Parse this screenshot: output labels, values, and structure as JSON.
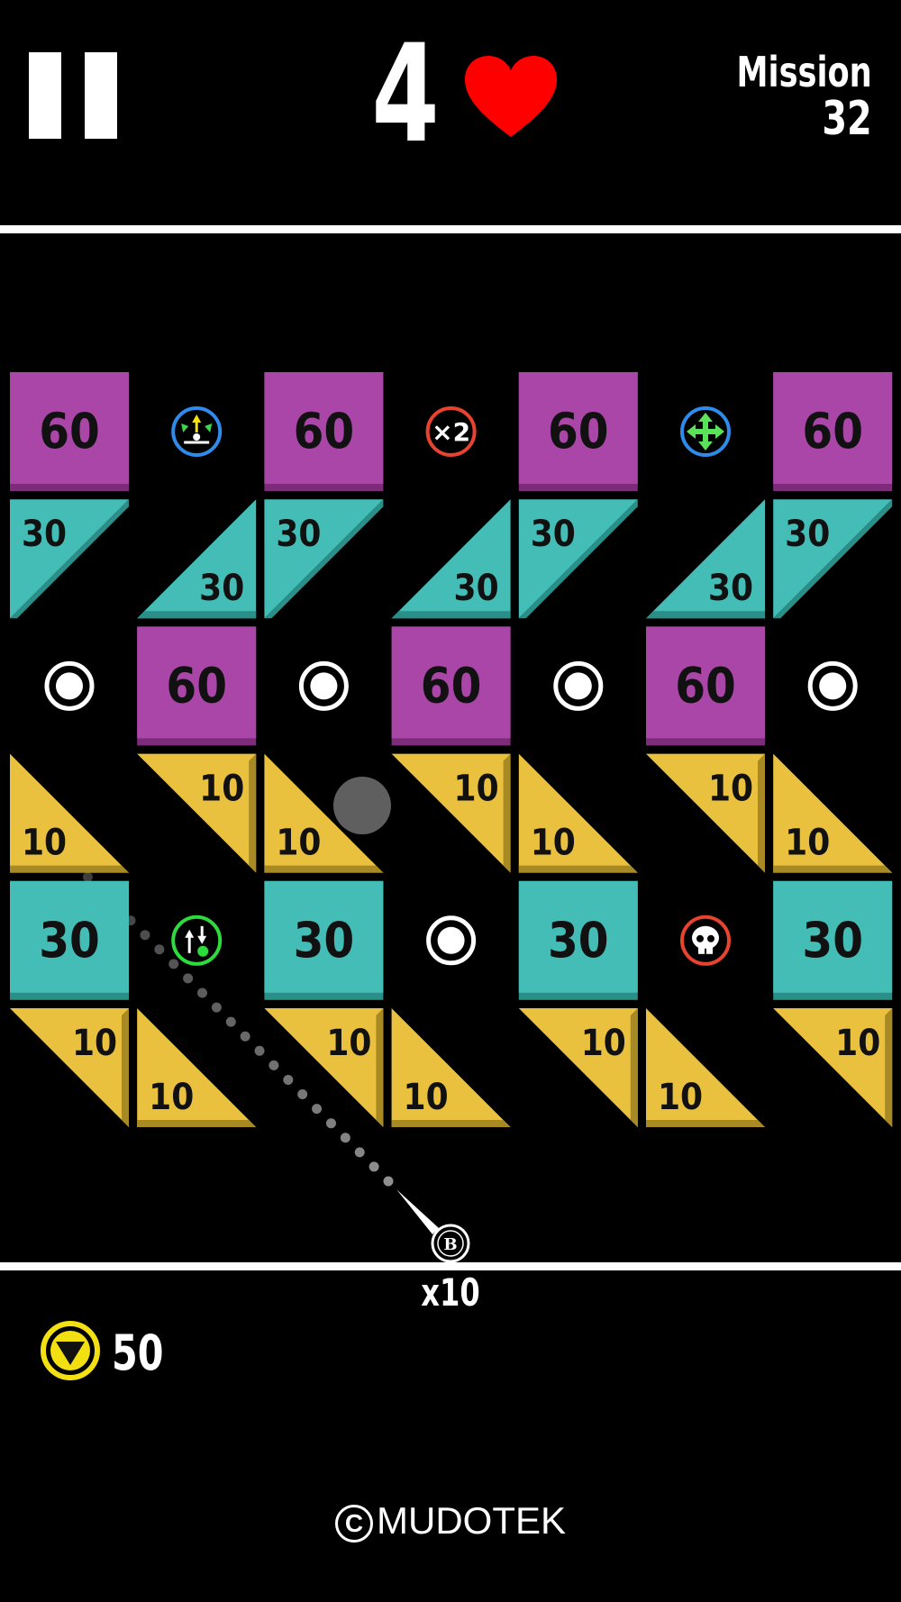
{
  "hud": {
    "lives": "4",
    "mission_label": "Mission",
    "mission_value": "32"
  },
  "colors": {
    "purple": "#A946A7",
    "purple_shadow": "#7C2C79",
    "teal": "#45BDB7",
    "teal_shadow": "#2A8E89",
    "yellow": "#E9C13E",
    "yellow_shadow": "#A88A25",
    "heart": "#FF0000"
  },
  "grid": {
    "rows": [
      [
        {
          "type": "square",
          "color": "purple",
          "value": "60"
        },
        {
          "type": "powerup",
          "icon": "spread-arrows-icon"
        },
        {
          "type": "square",
          "color": "purple",
          "value": "60"
        },
        {
          "type": "powerup",
          "icon": "x2-icon",
          "text": "×2"
        },
        {
          "type": "square",
          "color": "purple",
          "value": "60"
        },
        {
          "type": "powerup",
          "icon": "move-arrows-icon"
        },
        {
          "type": "square",
          "color": "purple",
          "value": "60"
        }
      ],
      [
        {
          "type": "tri",
          "shape": "tl",
          "color": "teal",
          "value": "30"
        },
        {
          "type": "tri",
          "shape": "br",
          "color": "teal",
          "value": "30"
        },
        {
          "type": "tri",
          "shape": "tl",
          "color": "teal",
          "value": "30"
        },
        {
          "type": "tri",
          "shape": "br",
          "color": "teal",
          "value": "30"
        },
        {
          "type": "tri",
          "shape": "tl",
          "color": "teal",
          "value": "30"
        },
        {
          "type": "tri",
          "shape": "br",
          "color": "teal",
          "value": "30"
        },
        {
          "type": "tri",
          "shape": "tl",
          "color": "teal",
          "value": "30"
        }
      ],
      [
        {
          "type": "ballring"
        },
        {
          "type": "square",
          "color": "purple",
          "value": "60"
        },
        {
          "type": "ballring"
        },
        {
          "type": "square",
          "color": "purple",
          "value": "60"
        },
        {
          "type": "ballring"
        },
        {
          "type": "square",
          "color": "purple",
          "value": "60"
        },
        {
          "type": "ballring"
        }
      ],
      [
        {
          "type": "tri",
          "shape": "bl",
          "color": "yellow",
          "value": "10"
        },
        {
          "type": "tri",
          "shape": "tr",
          "color": "yellow",
          "value": "10"
        },
        {
          "type": "tri",
          "shape": "bl",
          "color": "yellow",
          "value": "10"
        },
        {
          "type": "tri",
          "shape": "tr",
          "color": "yellow",
          "value": "10"
        },
        {
          "type": "tri",
          "shape": "bl",
          "color": "yellow",
          "value": "10"
        },
        {
          "type": "tri",
          "shape": "tr",
          "color": "yellow",
          "value": "10"
        },
        {
          "type": "tri",
          "shape": "bl",
          "color": "yellow",
          "value": "10"
        }
      ],
      [
        {
          "type": "square",
          "color": "teal",
          "value": "30"
        },
        {
          "type": "powerup",
          "icon": "drop-ball-icon"
        },
        {
          "type": "square",
          "color": "teal",
          "value": "30"
        },
        {
          "type": "ballring"
        },
        {
          "type": "square",
          "color": "teal",
          "value": "30"
        },
        {
          "type": "powerup",
          "icon": "skull-icon"
        },
        {
          "type": "square",
          "color": "teal",
          "value": "30"
        }
      ],
      [
        {
          "type": "tri",
          "shape": "tr",
          "color": "yellow",
          "value": "10"
        },
        {
          "type": "tri",
          "shape": "bl",
          "color": "yellow",
          "value": "10"
        },
        {
          "type": "tri",
          "shape": "tr",
          "color": "yellow",
          "value": "10"
        },
        {
          "type": "tri",
          "shape": "bl",
          "color": "yellow",
          "value": "10"
        },
        {
          "type": "tri",
          "shape": "tr",
          "color": "yellow",
          "value": "10"
        },
        {
          "type": "tri",
          "shape": "bl",
          "color": "yellow",
          "value": "10"
        },
        {
          "type": "tri",
          "shape": "tr",
          "color": "yellow",
          "value": "10"
        }
      ]
    ]
  },
  "launcher": {
    "ball_label": "B",
    "ball_count": "x10"
  },
  "coins": {
    "value": "50"
  },
  "footer": {
    "copyright_symbol": "C",
    "copyright_text": "MUDOTEK"
  }
}
